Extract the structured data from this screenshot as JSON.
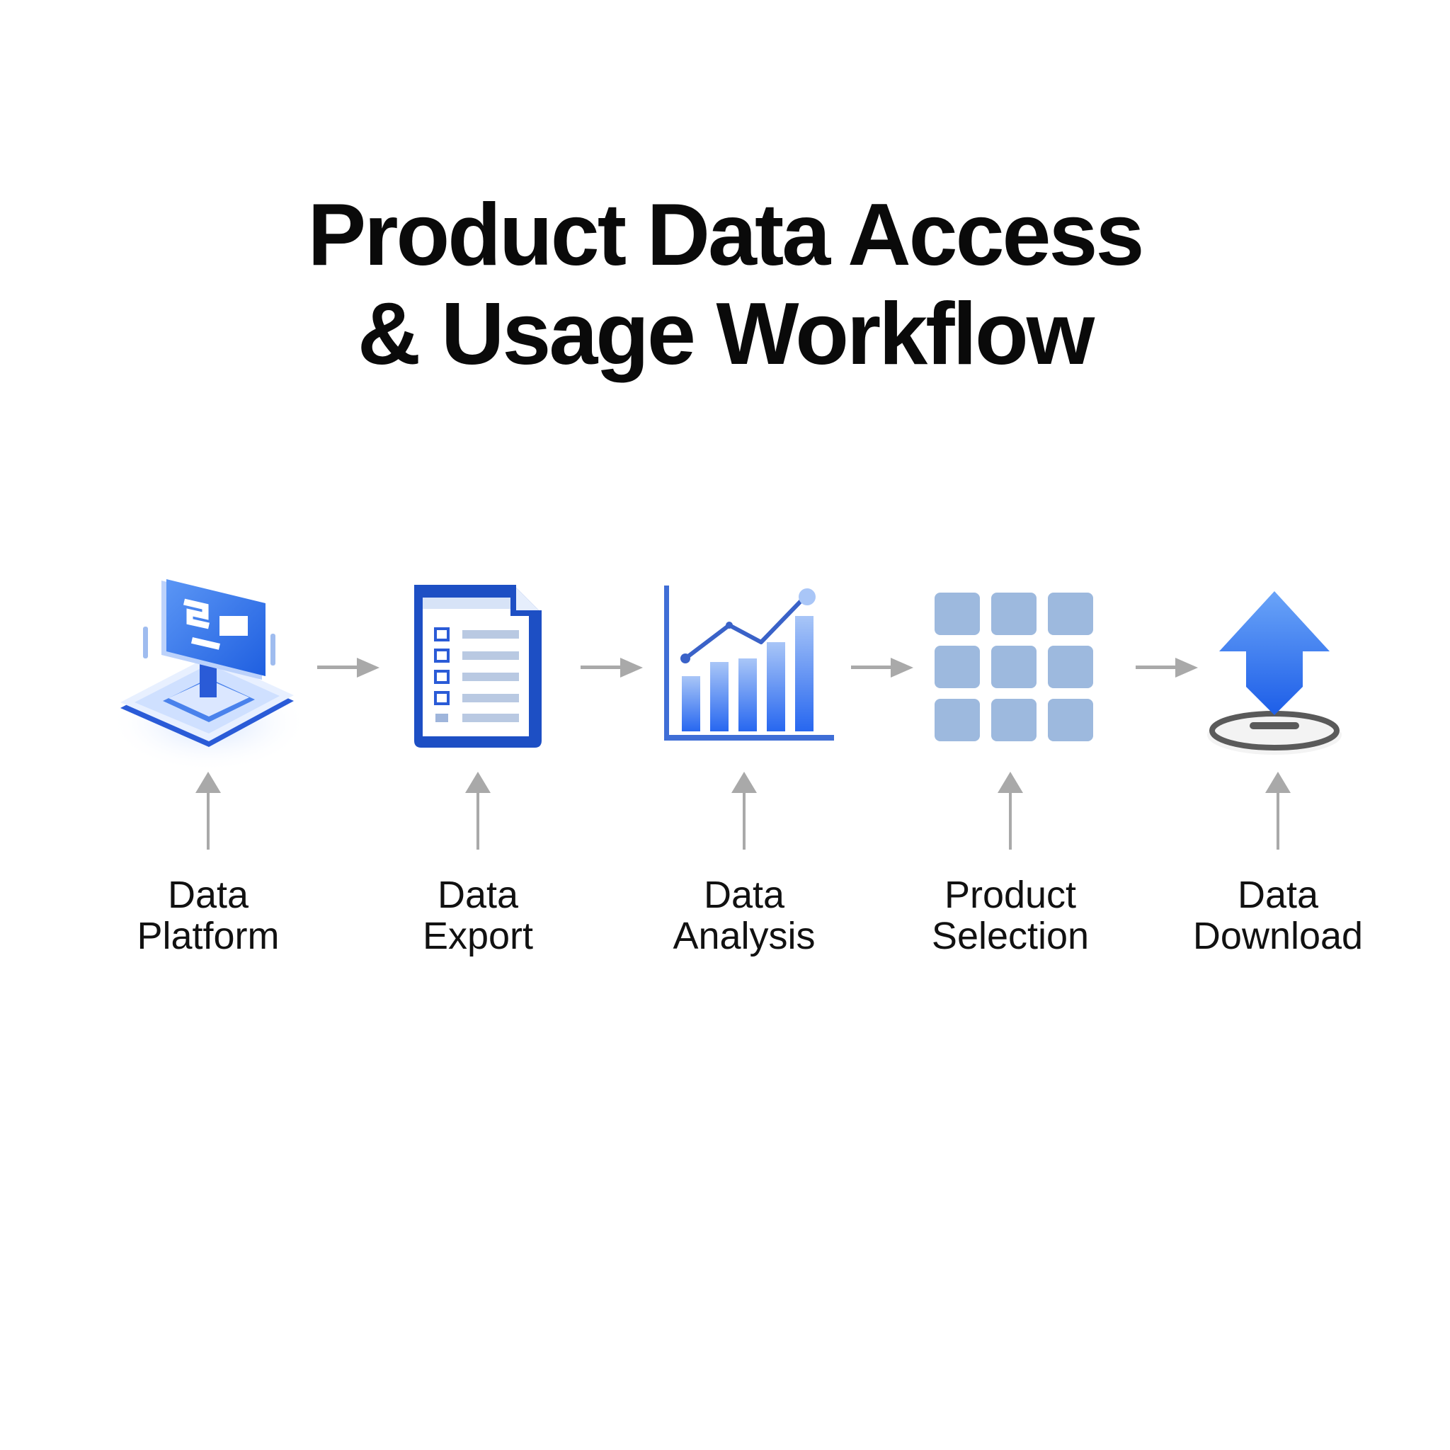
{
  "title": {
    "line1": "Product Data Access",
    "line2": "& Usage Workflow"
  },
  "steps": [
    {
      "icon": "computer-platform-icon",
      "line1": "Data",
      "line2": "Platform"
    },
    {
      "icon": "document-list-icon",
      "line1": "Data",
      "line2": "Export"
    },
    {
      "icon": "bar-line-chart-icon",
      "line1": "Data",
      "line2": "Analysis"
    },
    {
      "icon": "grid-icon",
      "line1": "Product",
      "line2": "Selection"
    },
    {
      "icon": "download-arrow-icon",
      "line1": "Data",
      "line2": "Download"
    }
  ],
  "colors": {
    "primary_blue": "#2f6fe8",
    "light_blue": "#9db9de",
    "arrow_gray": "#a9a9a9",
    "text": "#111111"
  }
}
